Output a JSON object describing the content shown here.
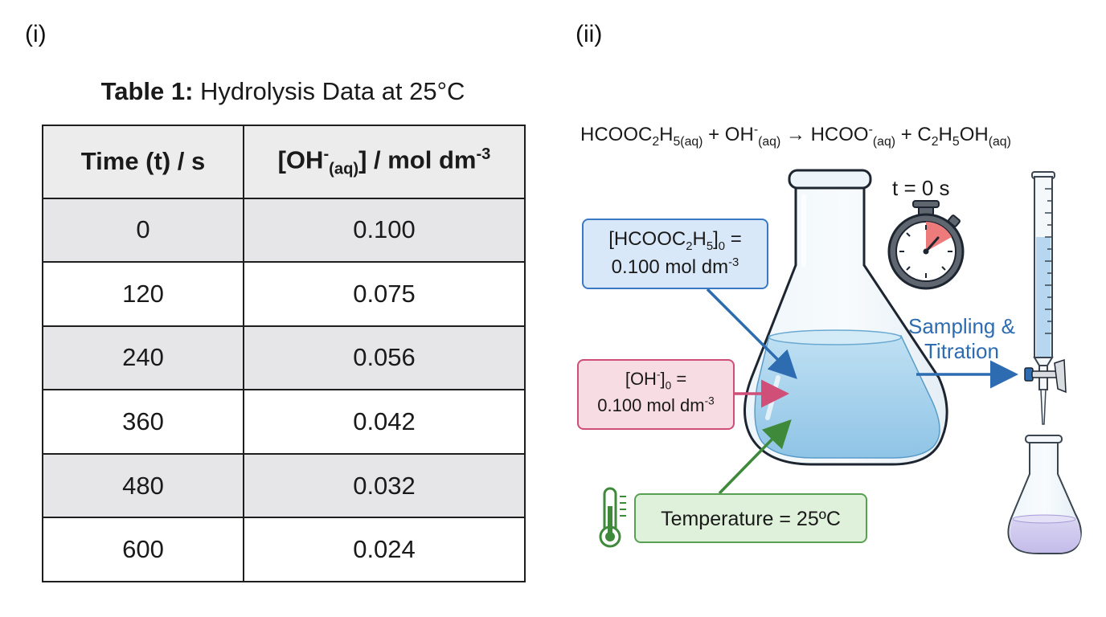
{
  "part_labels": {
    "left": "(i)",
    "right": "(ii)"
  },
  "table": {
    "caption_bold": "Table 1:",
    "caption_rest": " Hydrolysis Data at 25°C",
    "header_time": "Time (t) / s",
    "header_conc": {
      "open": "[OH",
      "charge": "-",
      "state": "(aq)",
      "close": "] / mol dm",
      "power": "-3"
    },
    "rows": [
      {
        "time": "0",
        "conc": "0.100"
      },
      {
        "time": "120",
        "conc": "0.075"
      },
      {
        "time": "240",
        "conc": "0.056"
      },
      {
        "time": "360",
        "conc": "0.042"
      },
      {
        "time": "480",
        "conc": "0.032"
      },
      {
        "time": "600",
        "conc": "0.024"
      }
    ]
  },
  "equation": {
    "ester": "HCOOC",
    "ester_sub1": "2",
    "ester_mid": "H",
    "ester_sub2": "5(aq)",
    "plus1": " + OH",
    "oh_charge": "-",
    "oh_state": "(aq)",
    "arrow": " → ",
    "formate": "HCOO",
    "formate_charge": "-",
    "formate_state": "(aq)",
    "plus2": " + C",
    "eth_sub1": "2",
    "eth_mid": "H",
    "eth_sub2": "5",
    "eth_end": "OH",
    "eth_state": "(aq)"
  },
  "callouts": {
    "ester": {
      "a": "[HCOOC",
      "a_sub1": "2",
      "a_mid": "H",
      "a_sub2": "5",
      "a_close": "]",
      "a_sub3": "0",
      "a_eq": " =",
      "b": "0.100 mol dm",
      "b_sup": "-3"
    },
    "oh": {
      "a": "[OH",
      "a_sup": "-",
      "a_close": "]",
      "a_sub": "0",
      "a_eq": " =",
      "b": "0.100 mol dm",
      "b_sup": "-3"
    },
    "temperature": "Temperature = 25ºC"
  },
  "timer_label": "t = 0 s",
  "sampling_label": {
    "line1": "Sampling &",
    "line2": "Titration"
  },
  "colors": {
    "blue": "#3a7ac4",
    "pink": "#cf4f79",
    "green": "#58a152",
    "liquid": "#a9d3ee",
    "timer_red": "#ee7b7b"
  },
  "icons": [
    "erlenmeyer-flask-icon",
    "stopwatch-icon",
    "burette-icon",
    "small-flask-icon",
    "thermometer-icon"
  ]
}
